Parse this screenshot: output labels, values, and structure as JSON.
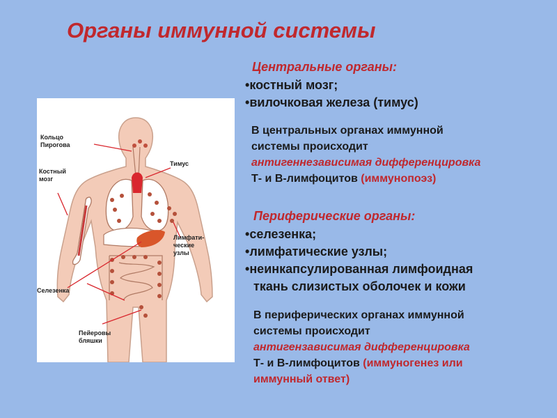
{
  "title": "Органы  иммунной системы",
  "central": {
    "heading": "Центральные органы:",
    "items": [
      "костный мозг;",
      "вилочковая железа (тимус)"
    ],
    "para": {
      "line1": "В центральных органах иммунной",
      "line2": "системы происходит",
      "line3": "антигеннезависимая дифференцировка",
      "line4a": "Т- и В-лимфоцитов ",
      "line4b": "(иммунопоэз)"
    }
  },
  "peripheral": {
    "heading": "Периферические органы:",
    "items": [
      "селезенка;",
      "лимфатические узлы;",
      "неинкапсулированная лимфоидная"
    ],
    "item3_cont": "ткань слизистых оболочек и кожи",
    "para": {
      "line1": "В периферических органах иммунной",
      "line2": "системы происходит",
      "line3": "антигензависимая дифференцировка",
      "line4a": "Т- и В-лимфоцитов ",
      "line4b": "(иммуногенез или",
      "line5": "иммунный ответ)"
    }
  },
  "figure_labels": {
    "pirogov_1": "Кольцо",
    "pirogov_2": "Пирогова",
    "marrow_1": "Костный",
    "marrow_2": "мозг",
    "thymus": "Тимус",
    "lymph_1": "Лимфати-",
    "lymph_2": "ческие",
    "lymph_3": "узлы",
    "spleen": "Селезенка",
    "peyer_1": "Пейеровы",
    "peyer_2": "бляшки"
  },
  "colors": {
    "background": "#99b9e8",
    "accent_red": "#c0282d",
    "body_fill": "#f3cbb8",
    "organ_red": "#d9272e",
    "spleen": "#d9562a"
  }
}
